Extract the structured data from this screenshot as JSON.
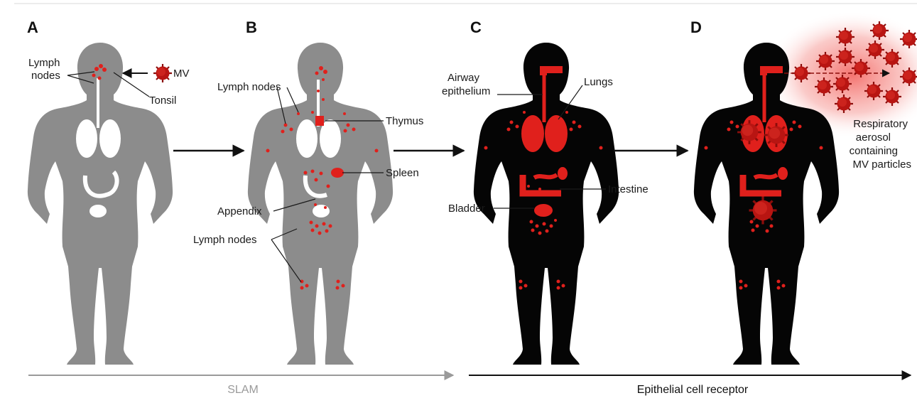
{
  "panels": {
    "a": "A",
    "b": "B",
    "c": "C",
    "d": "D"
  },
  "labels": {
    "lymph_nodes_a_1": "Lymph",
    "lymph_nodes_a_2": "nodes",
    "mv": "MV",
    "tonsil": "Tonsil",
    "lymph_nodes_b_upper": "Lymph nodes",
    "thymus": "Thymus",
    "spleen": "Spleen",
    "appendix": "Appendix",
    "lymph_nodes_b_lower": "Lymph nodes",
    "airway_1": "Airway",
    "airway_2": "epithelium",
    "lungs": "Lungs",
    "intestine": "Intestine",
    "bladder": "Bladder",
    "aerosol_1": "Respiratory",
    "aerosol_2": "aerosol",
    "aerosol_3": "containing",
    "aerosol_4": "MV particles"
  },
  "bottom": {
    "slam": "SLAM",
    "epithelial": "Epithelial cell receptor"
  },
  "colors": {
    "gray_body": "#8c8c8c",
    "black_body": "#050505",
    "red": "#e0201c",
    "slam_arrow": "#9a9a9a"
  }
}
